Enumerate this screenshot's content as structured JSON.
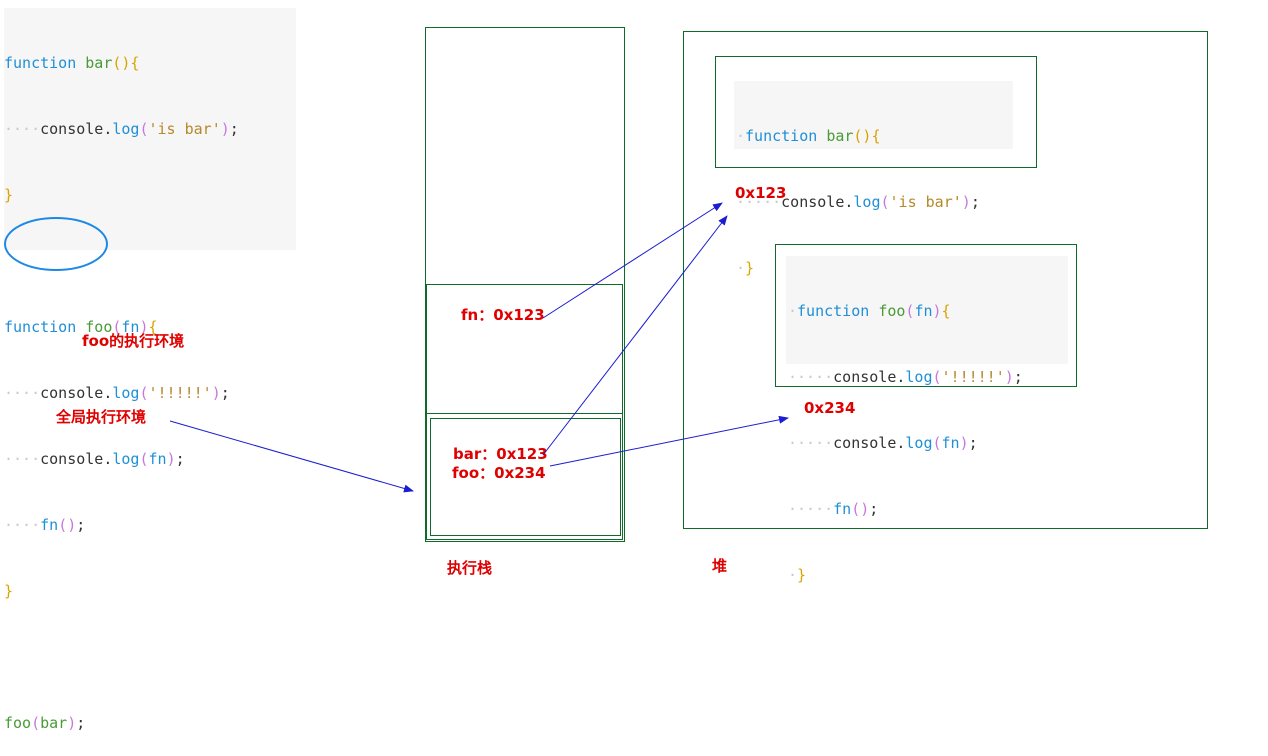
{
  "code_left": {
    "bar_fn": [
      "function",
      "bar",
      "(){",
      "console",
      ".log(",
      "'is bar'",
      ");",
      "}"
    ],
    "foo_fn": [
      "function",
      "foo",
      "(fn){",
      "'!!!!!'",
      "fn",
      "fn",
      "();",
      "}"
    ],
    "call": "foo(bar);"
  },
  "labels": {
    "foo_env": "foo的执行环境",
    "global_env": "全局执行环境",
    "stack_caption": "执行栈",
    "heap_caption": "堆"
  },
  "stack": {
    "fn_entry": "fn：0x123",
    "bar_entry": "bar：0x123",
    "foo_entry": "foo：0x234"
  },
  "heap": {
    "addr_bar": "0x123",
    "addr_foo": "0x234"
  },
  "colors": {
    "box_border": "#0f6b2a",
    "label_red": "#e00000",
    "arrow_blue": "#1c1cd0",
    "circle_blue": "#1e88e5"
  }
}
